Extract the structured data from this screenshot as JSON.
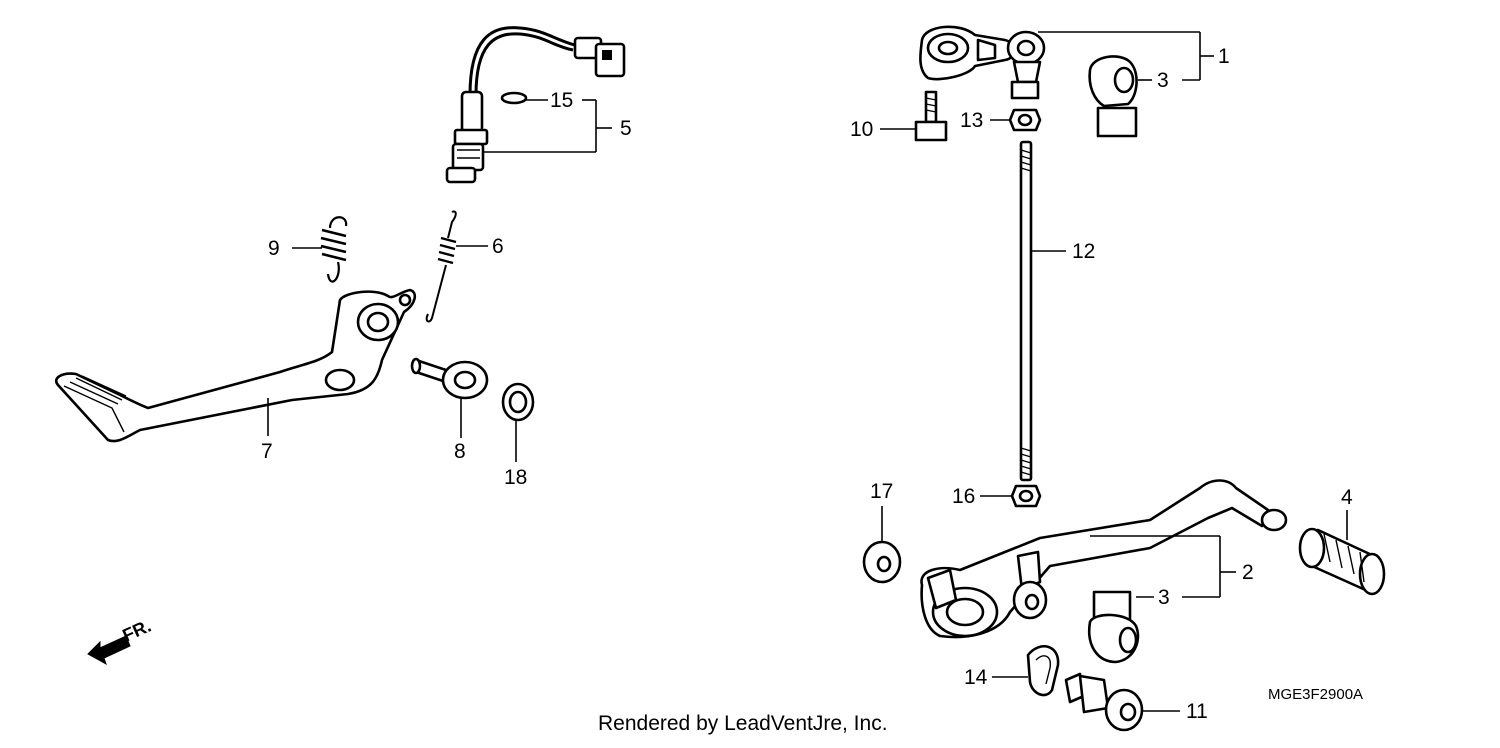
{
  "callouts": {
    "n1": "1",
    "n2": "2",
    "n3a": "3",
    "n3b": "3",
    "n4": "4",
    "n5": "5",
    "n6": "6",
    "n7": "7",
    "n8": "8",
    "n9": "9",
    "n10": "10",
    "n11": "11",
    "n12": "12",
    "n13": "13",
    "n14": "14",
    "n15": "15",
    "n16": "16",
    "n17": "17",
    "n18": "18"
  },
  "direction_label": "FR.",
  "diagram_code": "MGE3F2900A",
  "credit": "Rendered by LeadVentJre, Inc."
}
